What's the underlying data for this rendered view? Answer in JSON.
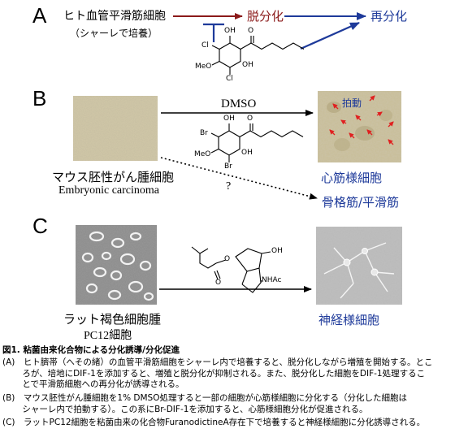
{
  "section_a": {
    "letter": "A",
    "cell_label": "ヒト血管平滑筋細胞",
    "cell_sublabel": "（シャーレで培養）",
    "dedifferentiation": "脱分化",
    "redifferentiation": "再分化",
    "atoms": {
      "oh1": "OH",
      "oh2": "OH",
      "o": "O",
      "cl1": "Cl",
      "cl2": "Cl",
      "meo": "MeO"
    }
  },
  "section_b": {
    "letter": "B",
    "reagent": "DMSO",
    "beating": "拍動",
    "cardiomyocyte": "心筋様細胞",
    "cell_label": "マウス胚性がん腫細胞",
    "cell_label_en": "Embryonic carcinoma",
    "question": "?",
    "skeletal": "骨格筋/平滑筋",
    "atoms": {
      "oh1": "OH",
      "oh2": "OH",
      "o": "O",
      "br1": "Br",
      "br2": "Br",
      "meo": "MeO"
    }
  },
  "section_c": {
    "letter": "C",
    "cell_label": "ラット褐色細胞腫",
    "cell_label2": "PC12細胞",
    "neuron": "神経様細胞",
    "atoms": {
      "o1": "O",
      "o2": "O",
      "oh": "OH",
      "nhac": "NHAc"
    }
  },
  "caption": {
    "title": "図1. 粘菌由来化合物による分化誘導/分化促進",
    "lines": [
      "(A)　ヒト臍帯（へその緒）の血管平滑筋細胞をシャーレ内で培養すると、脱分化しながら増殖を開始する。とこ",
      "　　 ろが、培地にDIF-1を添加すると、増殖と脱分化が抑制される。また、脱分化した細胞をDIF-1処理するこ",
      "　　 とで平滑筋細胞への再分化が誘導される。",
      "(B)　マウス胚性がん腫細胞を1% DMSO処理すると一部の細胞が心筋様細胞に分化する（分化した細胞は",
      "　　 シャーレ内で拍動する）。この系にBr-DIF-1を添加すると、心筋様細胞分化が促進される。",
      "(C)　ラットPC12細胞を粘菌由来の化合物FuranodictineA存在下で培養すると神経様細胞に分化誘導される。"
    ]
  }
}
